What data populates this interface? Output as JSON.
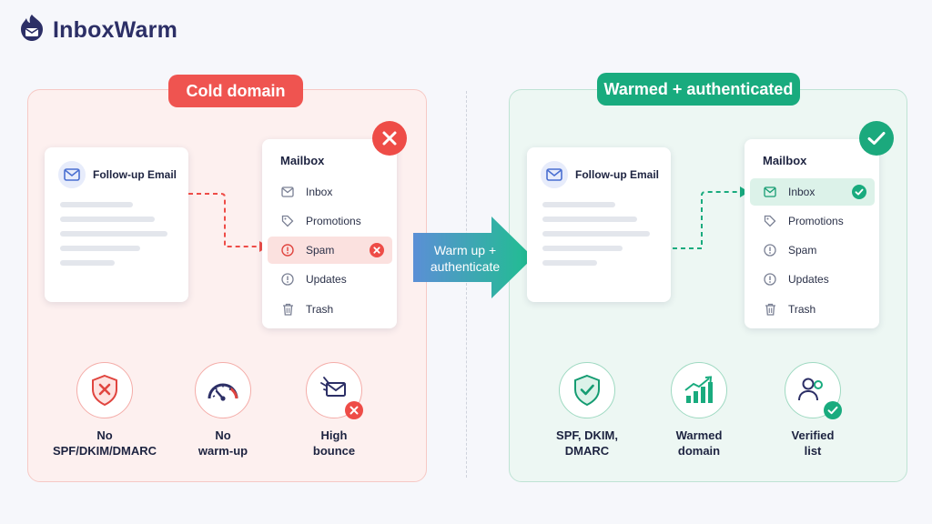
{
  "brand": {
    "name": "InboxWarm",
    "icon": "envelope-logo-icon"
  },
  "cold": {
    "title": "Cold domain",
    "email_card": {
      "title": "Follow-up Email"
    },
    "mailbox": {
      "title": "Mailbox",
      "items": [
        {
          "label": "Inbox",
          "icon": "inbox-icon"
        },
        {
          "label": "Promotions",
          "icon": "tag-icon"
        },
        {
          "label": "Spam",
          "icon": "alert-icon",
          "highlight": true
        },
        {
          "label": "Updates",
          "icon": "info-icon"
        },
        {
          "label": "Trash",
          "icon": "trash-icon"
        }
      ]
    },
    "features": [
      {
        "label": "No\nSPF/DKIM/DMARC",
        "icon": "shield-x-icon"
      },
      {
        "label": "No\nwarm-up",
        "icon": "speedometer-icon"
      },
      {
        "label": "High\nbounce",
        "icon": "bounce-mail-icon"
      }
    ]
  },
  "middle": {
    "label": "Warm up +\nauthenticate"
  },
  "warm": {
    "title": "Warmed + authenticated",
    "email_card": {
      "title": "Follow-up Email"
    },
    "mailbox": {
      "title": "Mailbox",
      "items": [
        {
          "label": "Inbox",
          "icon": "inbox-icon",
          "highlight": true
        },
        {
          "label": "Promotions",
          "icon": "tag-icon"
        },
        {
          "label": "Spam",
          "icon": "alert-icon"
        },
        {
          "label": "Updates",
          "icon": "info-icon"
        },
        {
          "label": "Trash",
          "icon": "trash-icon"
        }
      ]
    },
    "features": [
      {
        "label": "SPF, DKIM,\nDMARC",
        "icon": "shield-check-icon"
      },
      {
        "label": "Warmed\ndomain",
        "icon": "growth-chart-icon"
      },
      {
        "label": "Verified\nlist",
        "icon": "users-check-icon"
      }
    ]
  },
  "colors": {
    "red": "#ef5450",
    "green": "#19ab7e",
    "navy": "#2c2f66",
    "arrow_start": "#5b8fd6",
    "arrow_end": "#1fbf8f"
  }
}
